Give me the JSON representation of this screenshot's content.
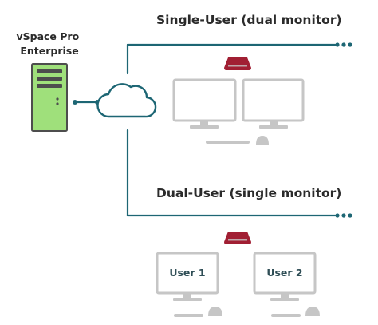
{
  "server": {
    "label_line1": "vSpace Pro",
    "label_line2": "Enterprise"
  },
  "groups": {
    "single_user": {
      "title": "Single-User (dual monitor)"
    },
    "dual_user": {
      "title": "Dual-User (single monitor)",
      "users": [
        "User 1",
        "User 2"
      ]
    }
  },
  "colors": {
    "network_line": "#1d6674",
    "server_body": "#9fe07b",
    "server_outline": "#4d4d4d",
    "device_red": "#a11f33",
    "monitor_gray": "#c6c6c6",
    "text_dark": "#2b2b2b",
    "user_text": "#2f4e56"
  },
  "icons": [
    "server-tower-icon",
    "cloud-icon",
    "access-device-icon",
    "monitor-icon",
    "keyboard-icon",
    "mouse-icon",
    "more-dots-icon"
  ]
}
